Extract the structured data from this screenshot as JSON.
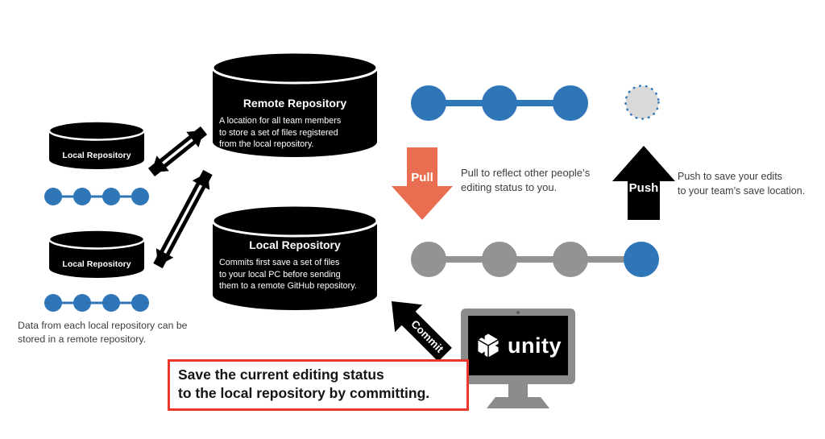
{
  "diagram": {
    "left_panel": {
      "local_repo_top": {
        "title": "Local Repository"
      },
      "local_repo_bottom": {
        "title": "Local Repository"
      },
      "caption_lines": [
        "Data from each local repository can be",
        "stored in a remote repository."
      ]
    },
    "remote_repo": {
      "title": "Remote Repository",
      "lines": [
        "A location for all team members",
        "to store a set of files registered",
        "from the local repository."
      ]
    },
    "local_repo": {
      "title": "Local Repository",
      "lines": [
        "Commits first save a set of files",
        "to your local PC before sending",
        "them to a remote GitHub repository."
      ]
    },
    "pull": {
      "label": "Pull",
      "caption_lines": [
        "Pull to reflect other people’s",
        "editing status to you."
      ]
    },
    "push": {
      "label": "Push",
      "caption_lines": [
        "Push to save your edits",
        "to your team’s save location."
      ]
    },
    "commit": {
      "label": "Commit"
    },
    "unity": {
      "wordmark": "unity"
    },
    "callout": {
      "lines": [
        "Save the current editing status",
        "to the local repository by committing."
      ]
    },
    "commit_chains": {
      "top": {
        "nodes": [
          "blue",
          "blue",
          "blue"
        ],
        "pending_node": "dashed-gray"
      },
      "bottom": {
        "nodes": [
          "gray",
          "gray",
          "gray",
          "blue"
        ]
      },
      "local_top": {
        "nodes": [
          "blue",
          "blue",
          "blue",
          "blue"
        ]
      },
      "local_bottom": {
        "nodes": [
          "blue",
          "blue",
          "blue",
          "blue"
        ]
      }
    },
    "colors": {
      "node_blue": "#2F76B8",
      "node_gray": "#939393",
      "pending_fill": "#D9D9D9",
      "pull_arrow": "#E96D51",
      "push_arrow": "#000000",
      "callout_border": "#E9382B",
      "monitor_gray": "#8C8C8C"
    }
  }
}
